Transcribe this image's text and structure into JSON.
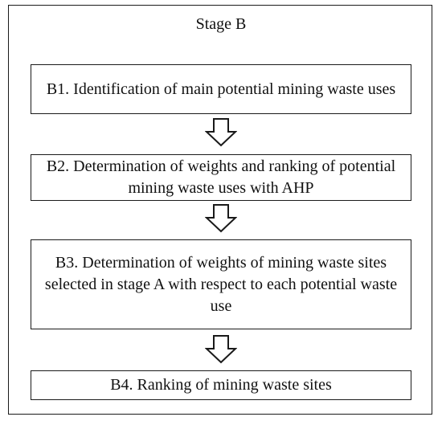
{
  "stage": {
    "title": "Stage B"
  },
  "steps": [
    {
      "text": "B1. Identification of main potential mining waste uses"
    },
    {
      "text": "B2. Determination of weights and ranking of potential mining waste uses with AHP"
    },
    {
      "text": "B3. Determination of weights of mining waste sites selected in stage A with respect to each potential waste use"
    },
    {
      "text": "B4. Ranking of mining waste sites"
    }
  ]
}
